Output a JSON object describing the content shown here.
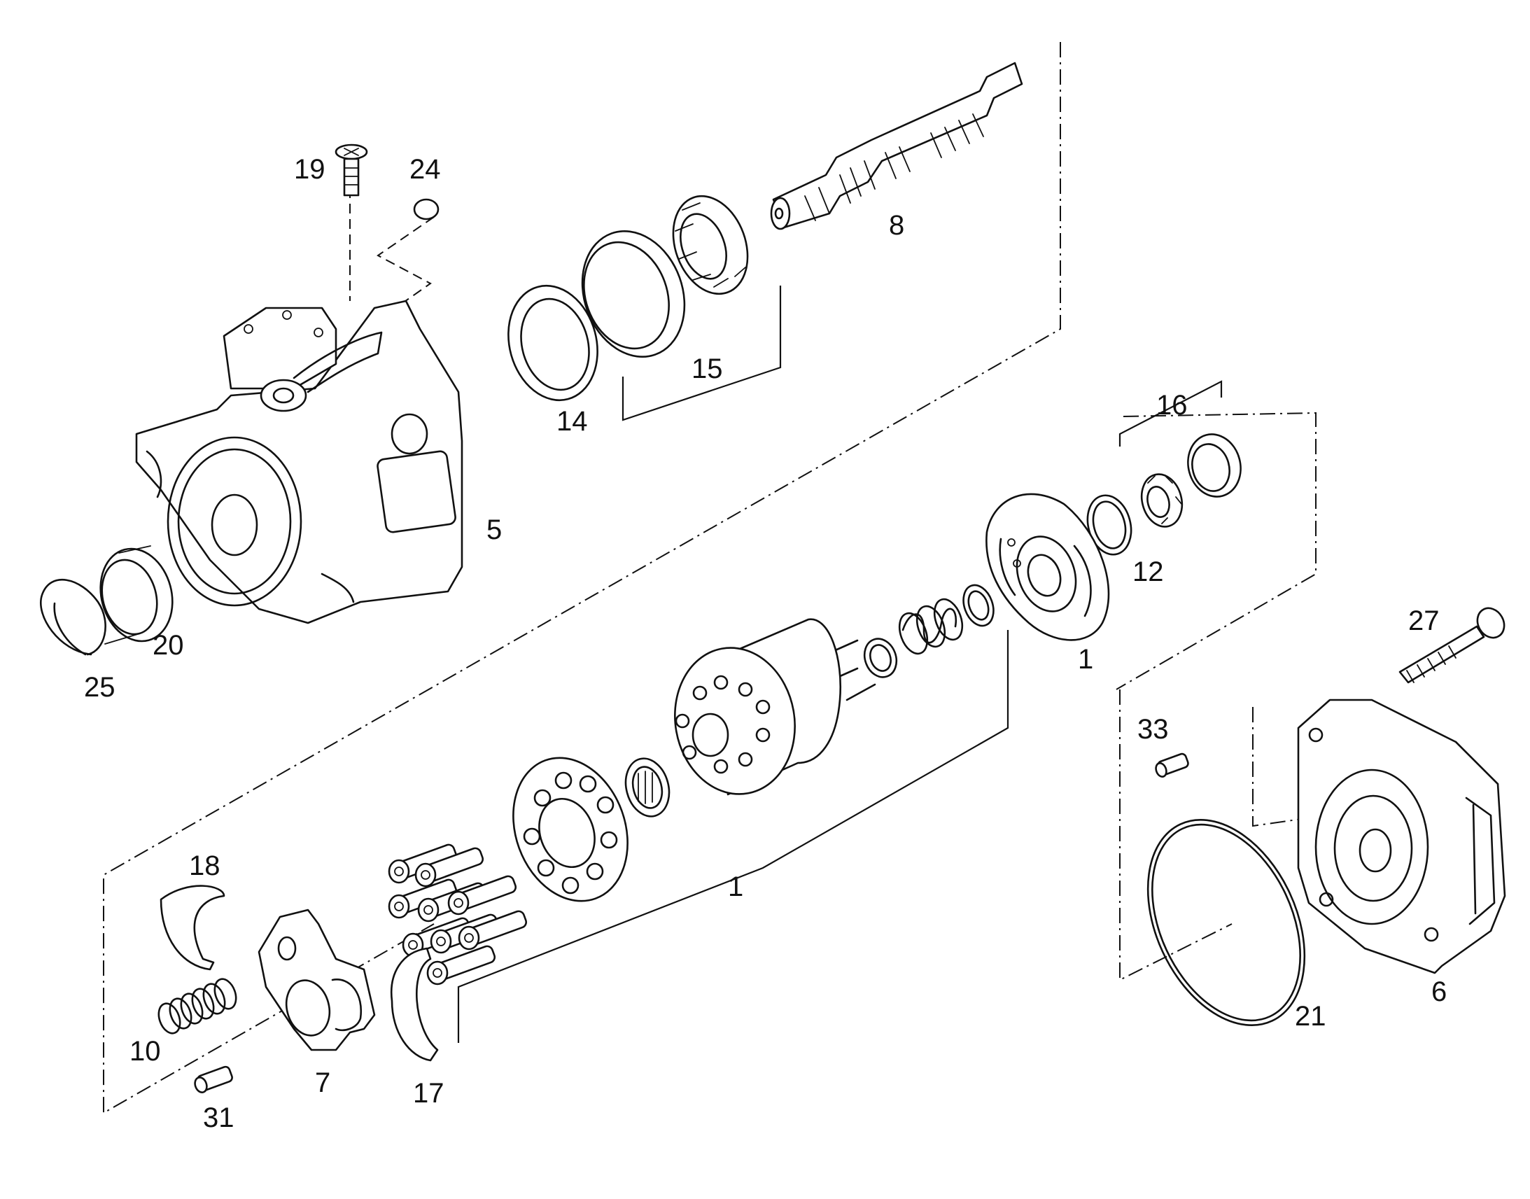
{
  "callouts": {
    "c1_top": "1",
    "c1_bottom": "1",
    "c5": "5",
    "c6": "6",
    "c7": "7",
    "c8": "8",
    "c10": "10",
    "c12": "12",
    "c14": "14",
    "c15": "15",
    "c16": "16",
    "c17": "17",
    "c18": "18",
    "c19": "19",
    "c20": "20",
    "c21": "21",
    "c24": "24",
    "c25": "25",
    "c27": "27",
    "c31": "31",
    "c33": "33"
  },
  "colors": {
    "line": "#111111",
    "background": "#ffffff"
  }
}
